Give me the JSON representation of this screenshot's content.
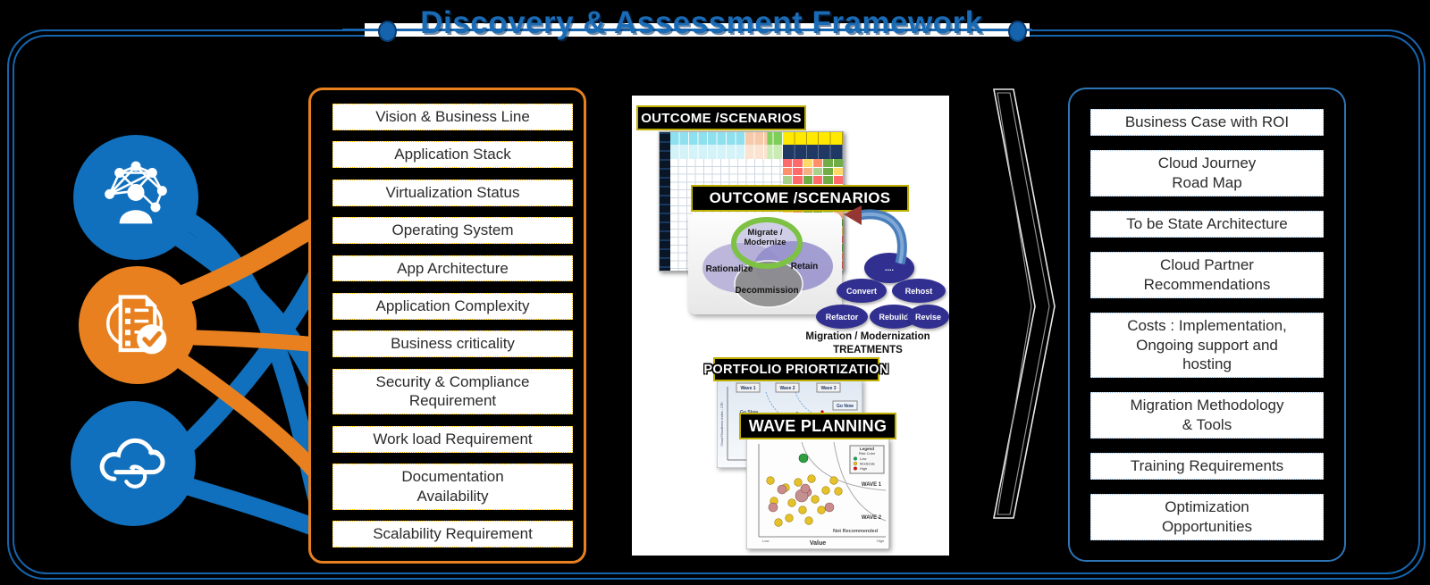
{
  "title": {
    "text": "Discovery & Assessment Framework"
  },
  "colors": {
    "accent_blue": "#1170BD",
    "accent_orange": "#E8801F",
    "frame_blue": "#1665AE",
    "input_border_yellow": "#FFC000",
    "output_border_blue": "#9DC3E6",
    "treatment_navy": "#312F90"
  },
  "sources": {
    "icons": [
      "network-people-icon",
      "checklist-icon",
      "cloud-sync-icon"
    ]
  },
  "discovery_inputs": {
    "items": [
      "Vision & Business Line",
      "Application Stack",
      "Virtualization Status",
      "Operating System",
      "App Architecture",
      "Application Complexity",
      "Business criticality",
      "Security & Compliance\nRequirement",
      "Work load Requirement",
      "Documentation\nAvailability",
      "Scalability Requirement"
    ]
  },
  "assessment": {
    "outcome_label_1": "OUTCOME /SCENARIOS",
    "outcome_label_2": "OUTCOME /SCENARIOS",
    "portfolio_label": "PORTFOLIO PRIORTIZATION",
    "wave_label": "WAVE PLANNING",
    "venn": {
      "top": "Migrate /\nModernize",
      "left": "Rationalize",
      "right": "Retain",
      "bottom": "Decommission"
    },
    "treatments": {
      "items": [
        "....",
        "Convert",
        "Rehost",
        "Refactor",
        "Rebuild",
        "Revise"
      ],
      "caption": "Migration / Modernization\nTREATMENTS"
    },
    "portfolio_chart": {
      "wave_boxes": [
        "Wave 1",
        "Wave 2",
        "Wave 3"
      ],
      "go_slow": "Go Slow",
      "go_now": "Go Now",
      "y_axis": "Cloud Readiness Index - CRI"
    },
    "wave_chart": {
      "legend_title": "Legend",
      "legend_subtitle": "Risk Color",
      "legend": [
        {
          "label": "Low",
          "color": "#00B050"
        },
        {
          "label": "Moderate",
          "color": "#FFC000"
        },
        {
          "label": "High",
          "color": "#FF0000"
        }
      ],
      "wave1": "WAVE 1",
      "wave2": "WAVE 2",
      "not_recommended": "Not Recommended",
      "x_axis": "Value",
      "x_low": "Low",
      "x_high": "High"
    }
  },
  "outputs": {
    "items": [
      "Business Case with ROI",
      "Cloud Journey\nRoad Map",
      "To be State Architecture",
      "Cloud Partner\nRecommendations",
      "Costs : Implementation,\nOngoing support and\nhosting",
      "Migration Methodology\n& Tools",
      "Training Requirements",
      "Optimization\nOpportunities"
    ]
  }
}
